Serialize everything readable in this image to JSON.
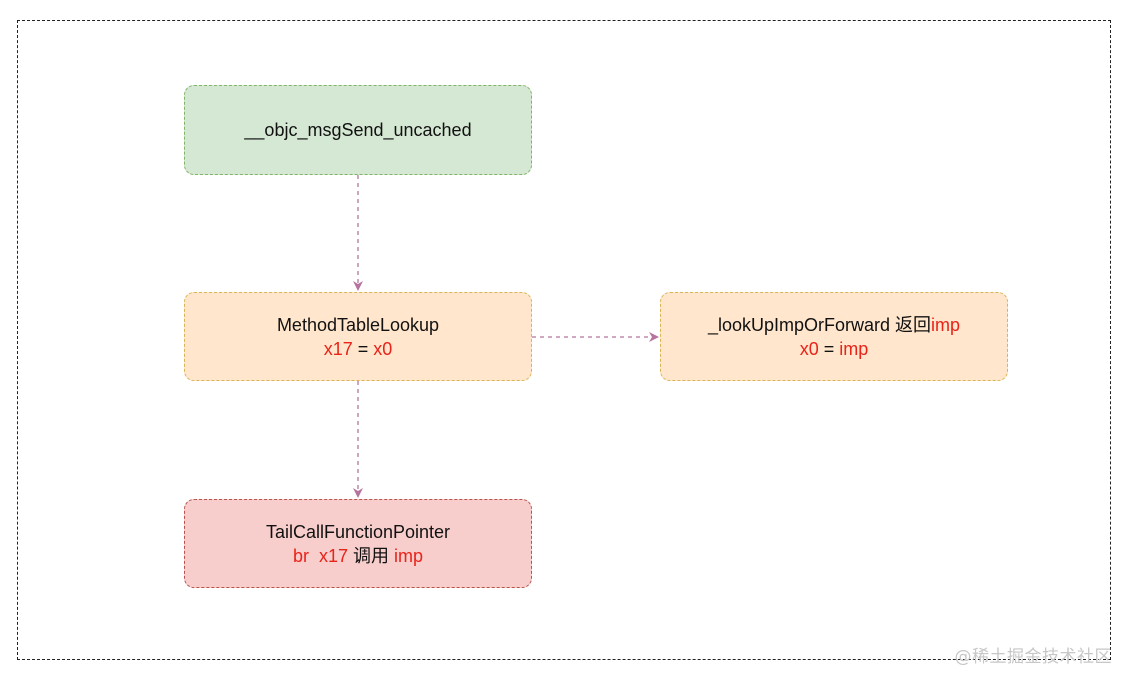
{
  "nodes": {
    "uncached": {
      "title": "__objc_msgSend_uncached"
    },
    "method_table_lookup": {
      "title": "MethodTableLookup",
      "line2": {
        "part1": "x17",
        "part2": " = ",
        "part3": "x0"
      }
    },
    "lookup_imp_or_forward": {
      "line1": {
        "part1": "_lookUpImpOrForward 返回",
        "part2": "imp"
      },
      "line2": {
        "part1": "x0",
        "part2": " = ",
        "part3": "imp"
      }
    },
    "tail_call": {
      "title": "TailCallFunctionPointer",
      "line2": {
        "part1": "br  x17",
        "part2": " 调用 ",
        "part3": "imp"
      }
    }
  },
  "watermark": "@稀土掘金技术社区",
  "colors": {
    "green_fill": "#d5e8d4",
    "green_border": "#82b366",
    "orange_fill": "#ffe6cc",
    "orange_border": "#d6b656",
    "red_fill": "#f8cecc",
    "red_border": "#b85450",
    "highlight_text": "#e8231a",
    "connector": "#b5739d"
  }
}
